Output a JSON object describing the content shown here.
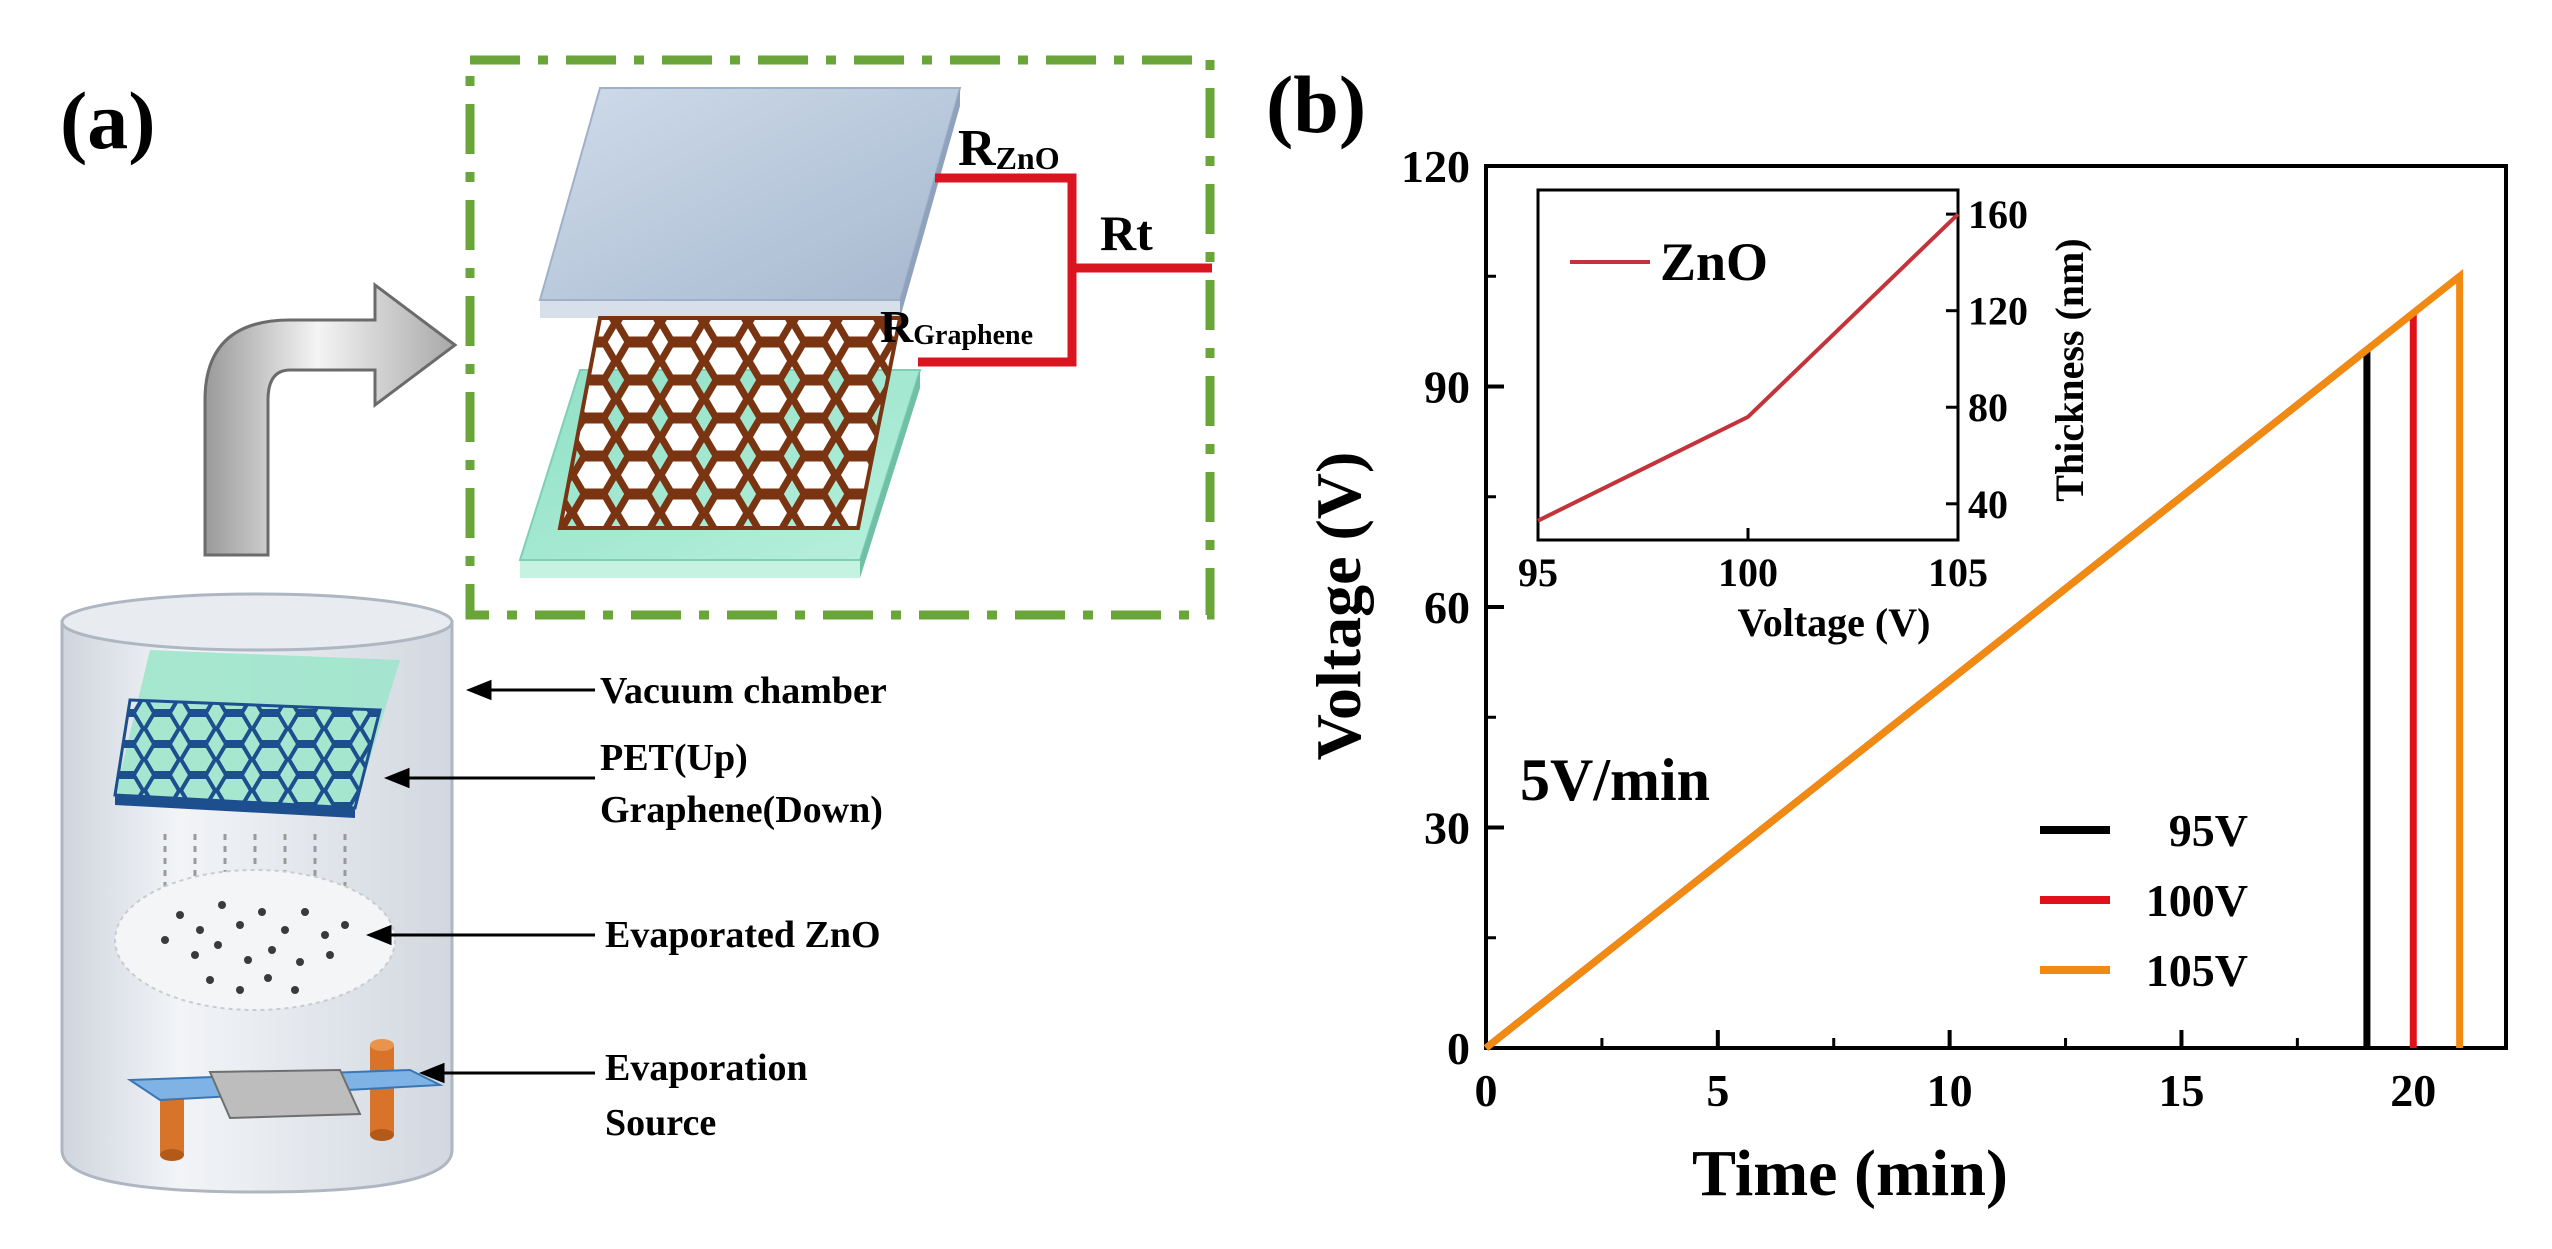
{
  "panel_a": {
    "label": "(a)",
    "circuit": {
      "r_zno_main": "R",
      "r_zno_sub": "ZnO",
      "r_graphene_main": "R",
      "r_graphene_sub": "Graphene",
      "rt": "Rt"
    },
    "labels": {
      "vacuum_chamber": "Vacuum chamber",
      "pet_line1": "PET(Up)",
      "pet_line2": "Graphene(Down)",
      "evaporated": "Evaporated ZnO",
      "source_line1": "Evaporation",
      "source_line2": "Source"
    },
    "colors": {
      "frame_dash": "#6aa539",
      "zno_sheet": "#b9c9dd",
      "pet_sheet": "#9ee6cc",
      "graphene": "#7a3412",
      "wire": "#d9151f",
      "chamber": "#e4e8ee",
      "post": "#d8742a"
    }
  },
  "chart_data": {
    "panel_label": "(b)",
    "type": "line",
    "xlabel": "Time (min)",
    "ylabel": "Voltage (V)",
    "xlim": [
      0,
      22
    ],
    "ylim": [
      0,
      120
    ],
    "xticks": [
      0,
      5,
      10,
      15,
      20
    ],
    "yticks": [
      0,
      30,
      60,
      90,
      120
    ],
    "annotation": "5V/min",
    "series": [
      {
        "name": "95V",
        "color": "#000000",
        "points": [
          [
            0,
            0
          ],
          [
            19,
            95
          ],
          [
            19,
            0
          ]
        ]
      },
      {
        "name": "100V",
        "color": "#e0111b",
        "points": [
          [
            0,
            0
          ],
          [
            20,
            100
          ],
          [
            20,
            0
          ]
        ]
      },
      {
        "name": "105V",
        "color": "#f08a12",
        "points": [
          [
            0,
            0
          ],
          [
            21,
            105
          ],
          [
            21,
            0
          ]
        ]
      }
    ],
    "inset": {
      "type": "line",
      "xlabel": "Voltage (V)",
      "ylabel": "Thickness (nm)",
      "xlim": [
        95,
        105
      ],
      "ylim": [
        25,
        170
      ],
      "xticks": [
        95,
        100,
        105
      ],
      "yticks": [
        40,
        80,
        120,
        160
      ],
      "series": [
        {
          "name": "ZnO",
          "color": "#c4323a",
          "x": [
            95,
            100,
            105
          ],
          "y": [
            33,
            76,
            160
          ]
        }
      ]
    }
  }
}
